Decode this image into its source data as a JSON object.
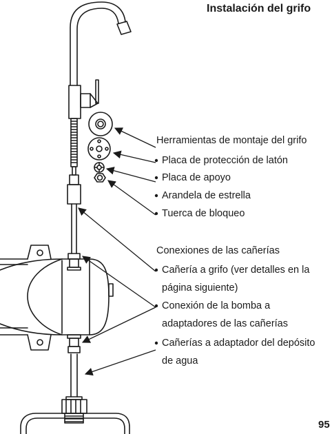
{
  "title": "Instalación del grifo",
  "page_number": "95",
  "tools": {
    "heading": "Herramientas de montaje del grifo",
    "items": [
      "Placa de protección de latón",
      "Placa de apoyo",
      "Arandela de estrella",
      "Tuerca de bloqueo"
    ]
  },
  "connections": {
    "heading": "Conexiones de las cañerías",
    "item1_line1": "Cañería a grifo (ver detalles en la",
    "item1_line2": "página siguiente)",
    "item2_line1": "Conexión de la bomba a",
    "item2_line2": "adaptadores de las cañerías",
    "item3_line1": "Cañerías a adaptador del depósito",
    "item3_line2": "de agua"
  }
}
